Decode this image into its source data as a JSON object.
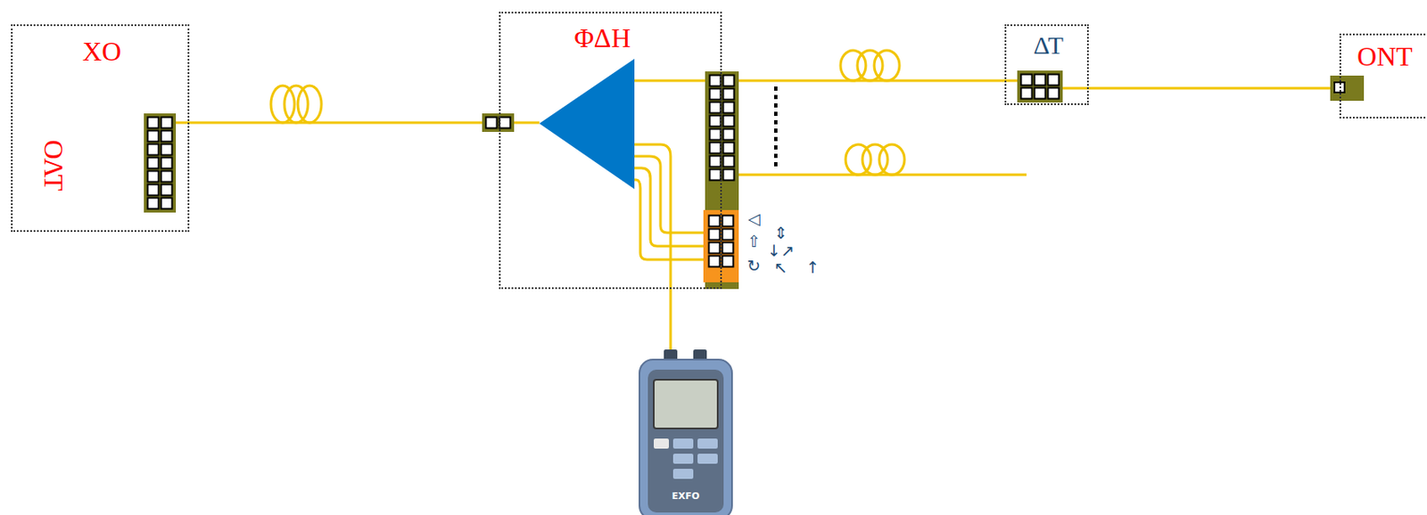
{
  "diagram": {
    "nodes": [
      {
        "text": [
          "ΧΟ",
          "ΟΛΤ"
        ]
      },
      {
        "text": [
          "ΦΔΗ"
        ]
      },
      {
        "text": [
          "ΔΤ"
        ]
      },
      {
        "text": [
          "ONT"
        ]
      }
    ],
    "edges": [
      {
        "from": 0,
        "to": 1,
        "arrow": "none"
      },
      {
        "from": 1,
        "to": 2,
        "arrow": "none"
      },
      {
        "from": 2,
        "to": 3,
        "arrow": "none"
      }
    ],
    "labels": [
      "◁",
      "⇕",
      "⇧",
      "↓↗",
      "↻",
      "↖",
      "↑",
      "EXFO"
    ]
  }
}
